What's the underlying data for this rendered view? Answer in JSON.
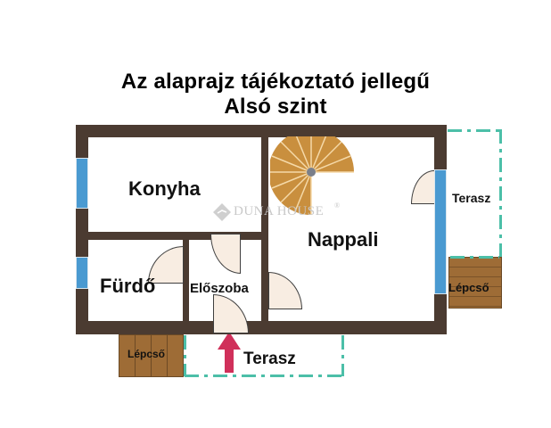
{
  "header": {
    "title_line1": "Az alaprajz tájékoztató jellegű",
    "title_line2": "Alsó szint"
  },
  "rooms": {
    "kitchen": "Konyha",
    "living_room": "Nappali",
    "bathroom": "Fürdő",
    "hallway": "Előszoba",
    "terrace_right": "Terasz",
    "terrace_bottom": "Terasz",
    "stairs_right": "Lépcső",
    "stairs_bottom": "Lépcső"
  },
  "watermark": {
    "text": "DUNA HOUSE",
    "mark": "®"
  },
  "icons": {
    "entrance_arrow": "up-arrow",
    "spiral_staircase": "spiral-staircase",
    "watermark_logo": "diamond-logo"
  },
  "colors": {
    "wall": "#4b3b31",
    "window": "#4a9ad1",
    "terrace_outline": "#4cbfa8",
    "stairs": "#9e6c36",
    "spiral_stairs": "#c98f3e",
    "door_fill": "#f8ede2",
    "entrance_arrow": "#d0305a"
  }
}
